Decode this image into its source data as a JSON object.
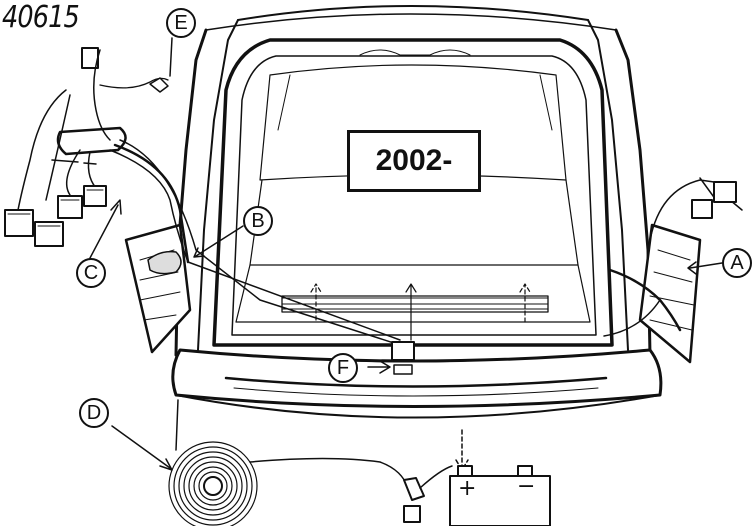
{
  "figure": {
    "part_number": "40615",
    "model_year_label": "2002-",
    "callouts": [
      "A",
      "B",
      "C",
      "D",
      "E",
      "F"
    ],
    "battery_terminals": {
      "positive": "+",
      "negative": "−"
    }
  }
}
